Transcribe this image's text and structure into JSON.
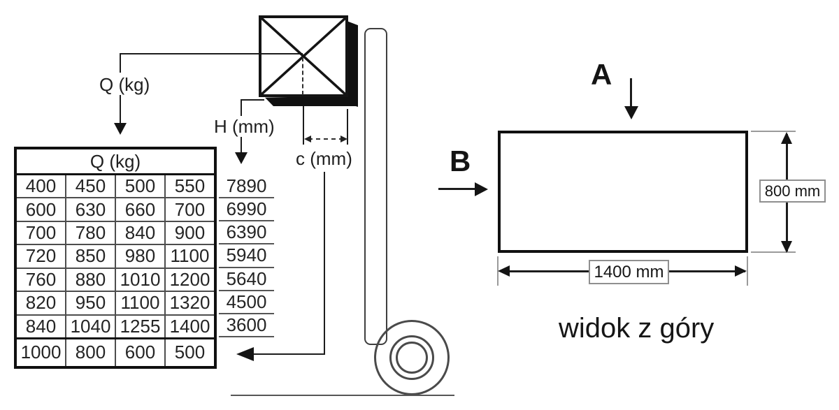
{
  "load_chart": {
    "header": "Q (kg)",
    "q_rows": [
      [
        "400",
        "450",
        "500",
        "550"
      ],
      [
        "600",
        "630",
        "660",
        "700"
      ],
      [
        "700",
        "780",
        "840",
        "900"
      ],
      [
        "720",
        "850",
        "980",
        "1100"
      ],
      [
        "760",
        "880",
        "1010",
        "1200"
      ],
      [
        "820",
        "950",
        "1100",
        "1320"
      ],
      [
        "840",
        "1040",
        "1255",
        "1400"
      ]
    ],
    "c_row": [
      "1000",
      "800",
      "600",
      "500"
    ],
    "h_column": [
      "7890",
      "6990",
      "6390",
      "5940",
      "5640",
      "4500",
      "3600"
    ]
  },
  "annotations": {
    "q_label": "Q (kg)",
    "h_label": "H (mm)",
    "c_label": "c (mm)"
  },
  "top_view": {
    "a_label": "A",
    "b_label": "B",
    "depth_label": "800 mm",
    "width_label": "1400 mm",
    "caption": "widok z góry"
  },
  "colors": {
    "ink": "#141414",
    "grid": "#4d4d4d",
    "dim_gray": "#8f8f8f"
  }
}
